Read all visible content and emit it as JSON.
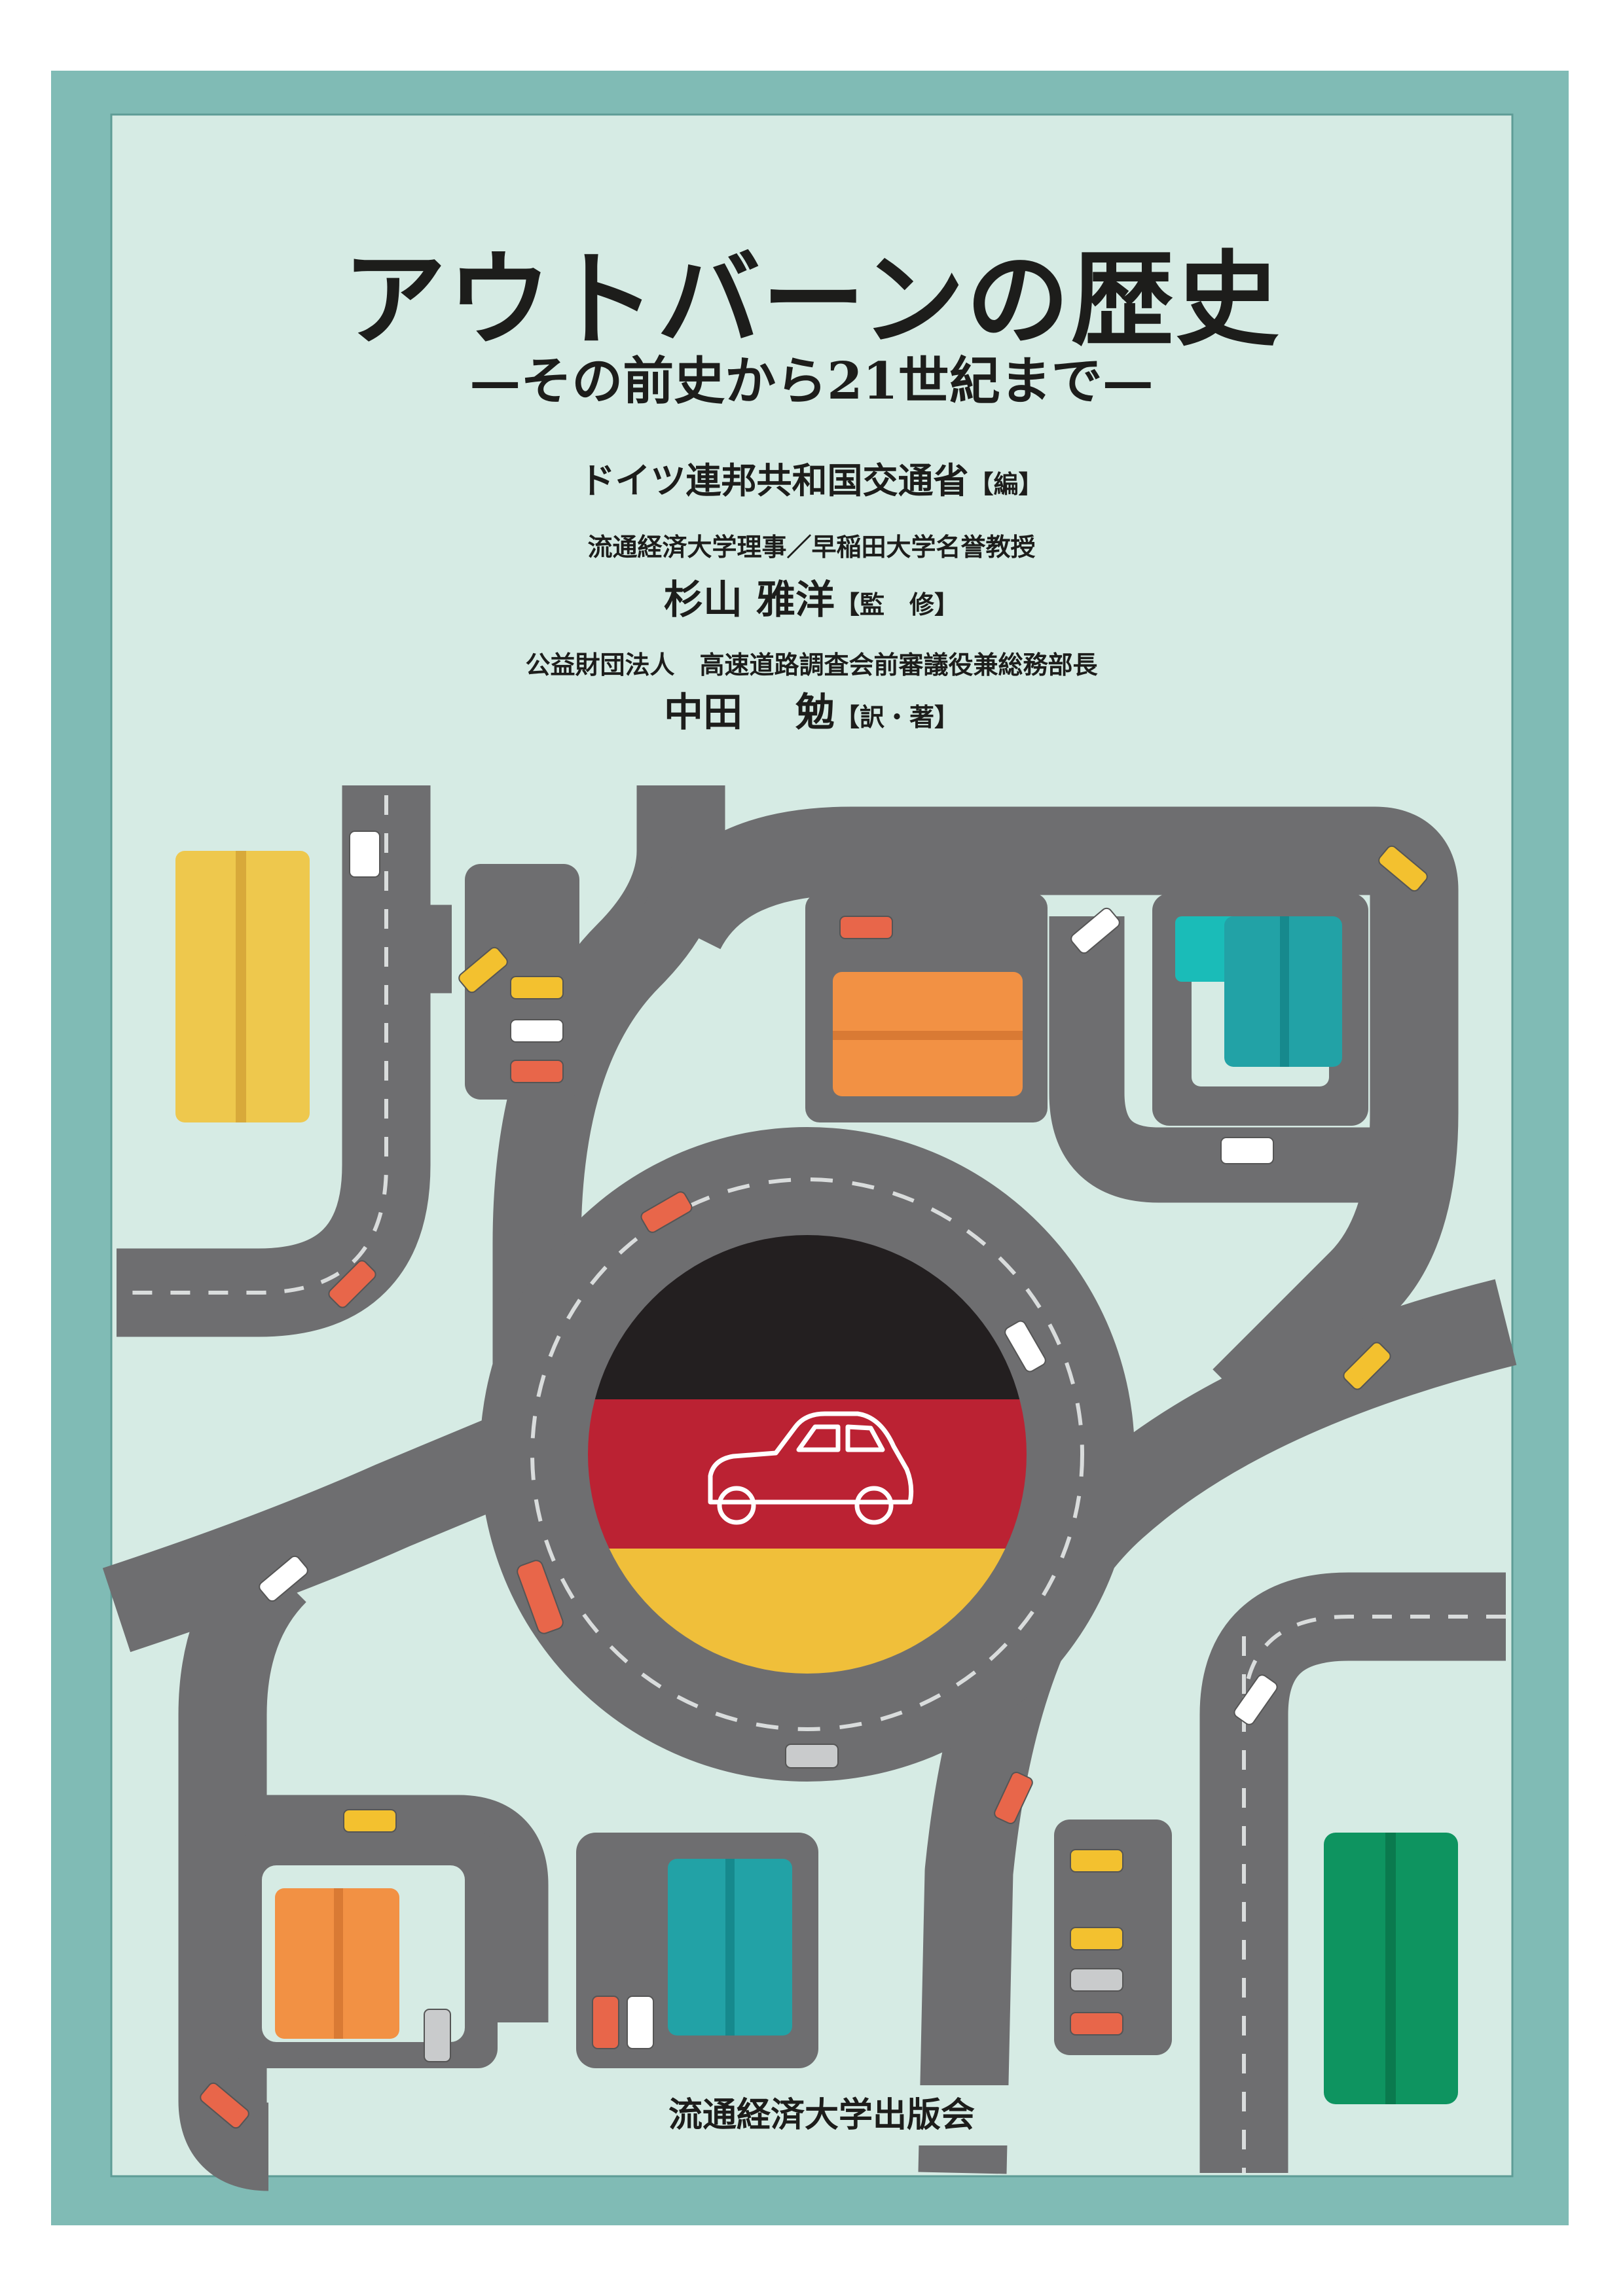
{
  "cover": {
    "title": "アウトバーンの歴史",
    "subtitle": "—その前史から21世紀まで—",
    "editor": {
      "name": "ドイツ連邦共和国交通省",
      "role": "【編】"
    },
    "supervisor": {
      "affiliation": "流通経済大学理事／早稲田大学名誉教授",
      "name": "杉山 雅洋",
      "role": "【監　修】"
    },
    "translator": {
      "affiliation": "公益財団法人　高速道路調査会前審議役兼総務部長",
      "name": "中田　 勉",
      "role": "【訳・著】"
    },
    "publisher": "流通経済大学出版会"
  },
  "colors": {
    "frame": "#80bbb5",
    "background": "#d6ebe4",
    "road": "#6e6e70",
    "flag_black": "#231f20",
    "flag_red": "#bb2233",
    "flag_gold": "#f0bf3a",
    "building_yellow": "#eec84d",
    "building_orange": "#f29144",
    "building_teal": "#22a2a6",
    "building_green": "#0e9460"
  },
  "icons": [
    "car-icon",
    "flag-icon",
    "building-icon"
  ]
}
